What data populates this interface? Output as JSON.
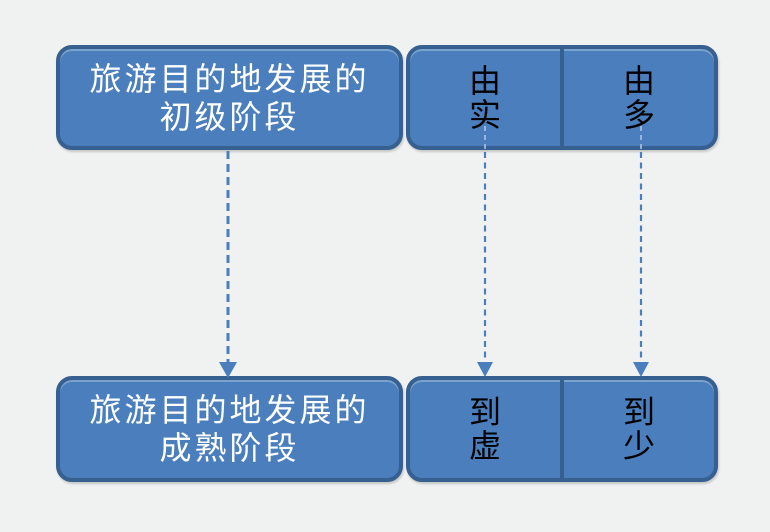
{
  "colors": {
    "background": "#f0f1f1",
    "box_fill": "#4a7ebc",
    "box_border": "#36608f",
    "arrow": "#4a7ebc",
    "arrow_faint": "#a6c0e2",
    "text_on_blue_light": "#ffffff",
    "text_on_blue_dark": "#000000"
  },
  "diagram": {
    "stage_top": {
      "line1": "旅游目的地发展的",
      "line2": "初级阶段"
    },
    "stage_bottom": {
      "line1": "旅游目的地发展的",
      "line2": "成熟阶段"
    },
    "top_cells": [
      {
        "line1": "由",
        "line2": "实"
      },
      {
        "line1": "由",
        "line2": "多"
      }
    ],
    "bottom_cells": [
      {
        "line1": "到",
        "line2": "虚"
      },
      {
        "line1": "到",
        "line2": "少"
      }
    ]
  }
}
